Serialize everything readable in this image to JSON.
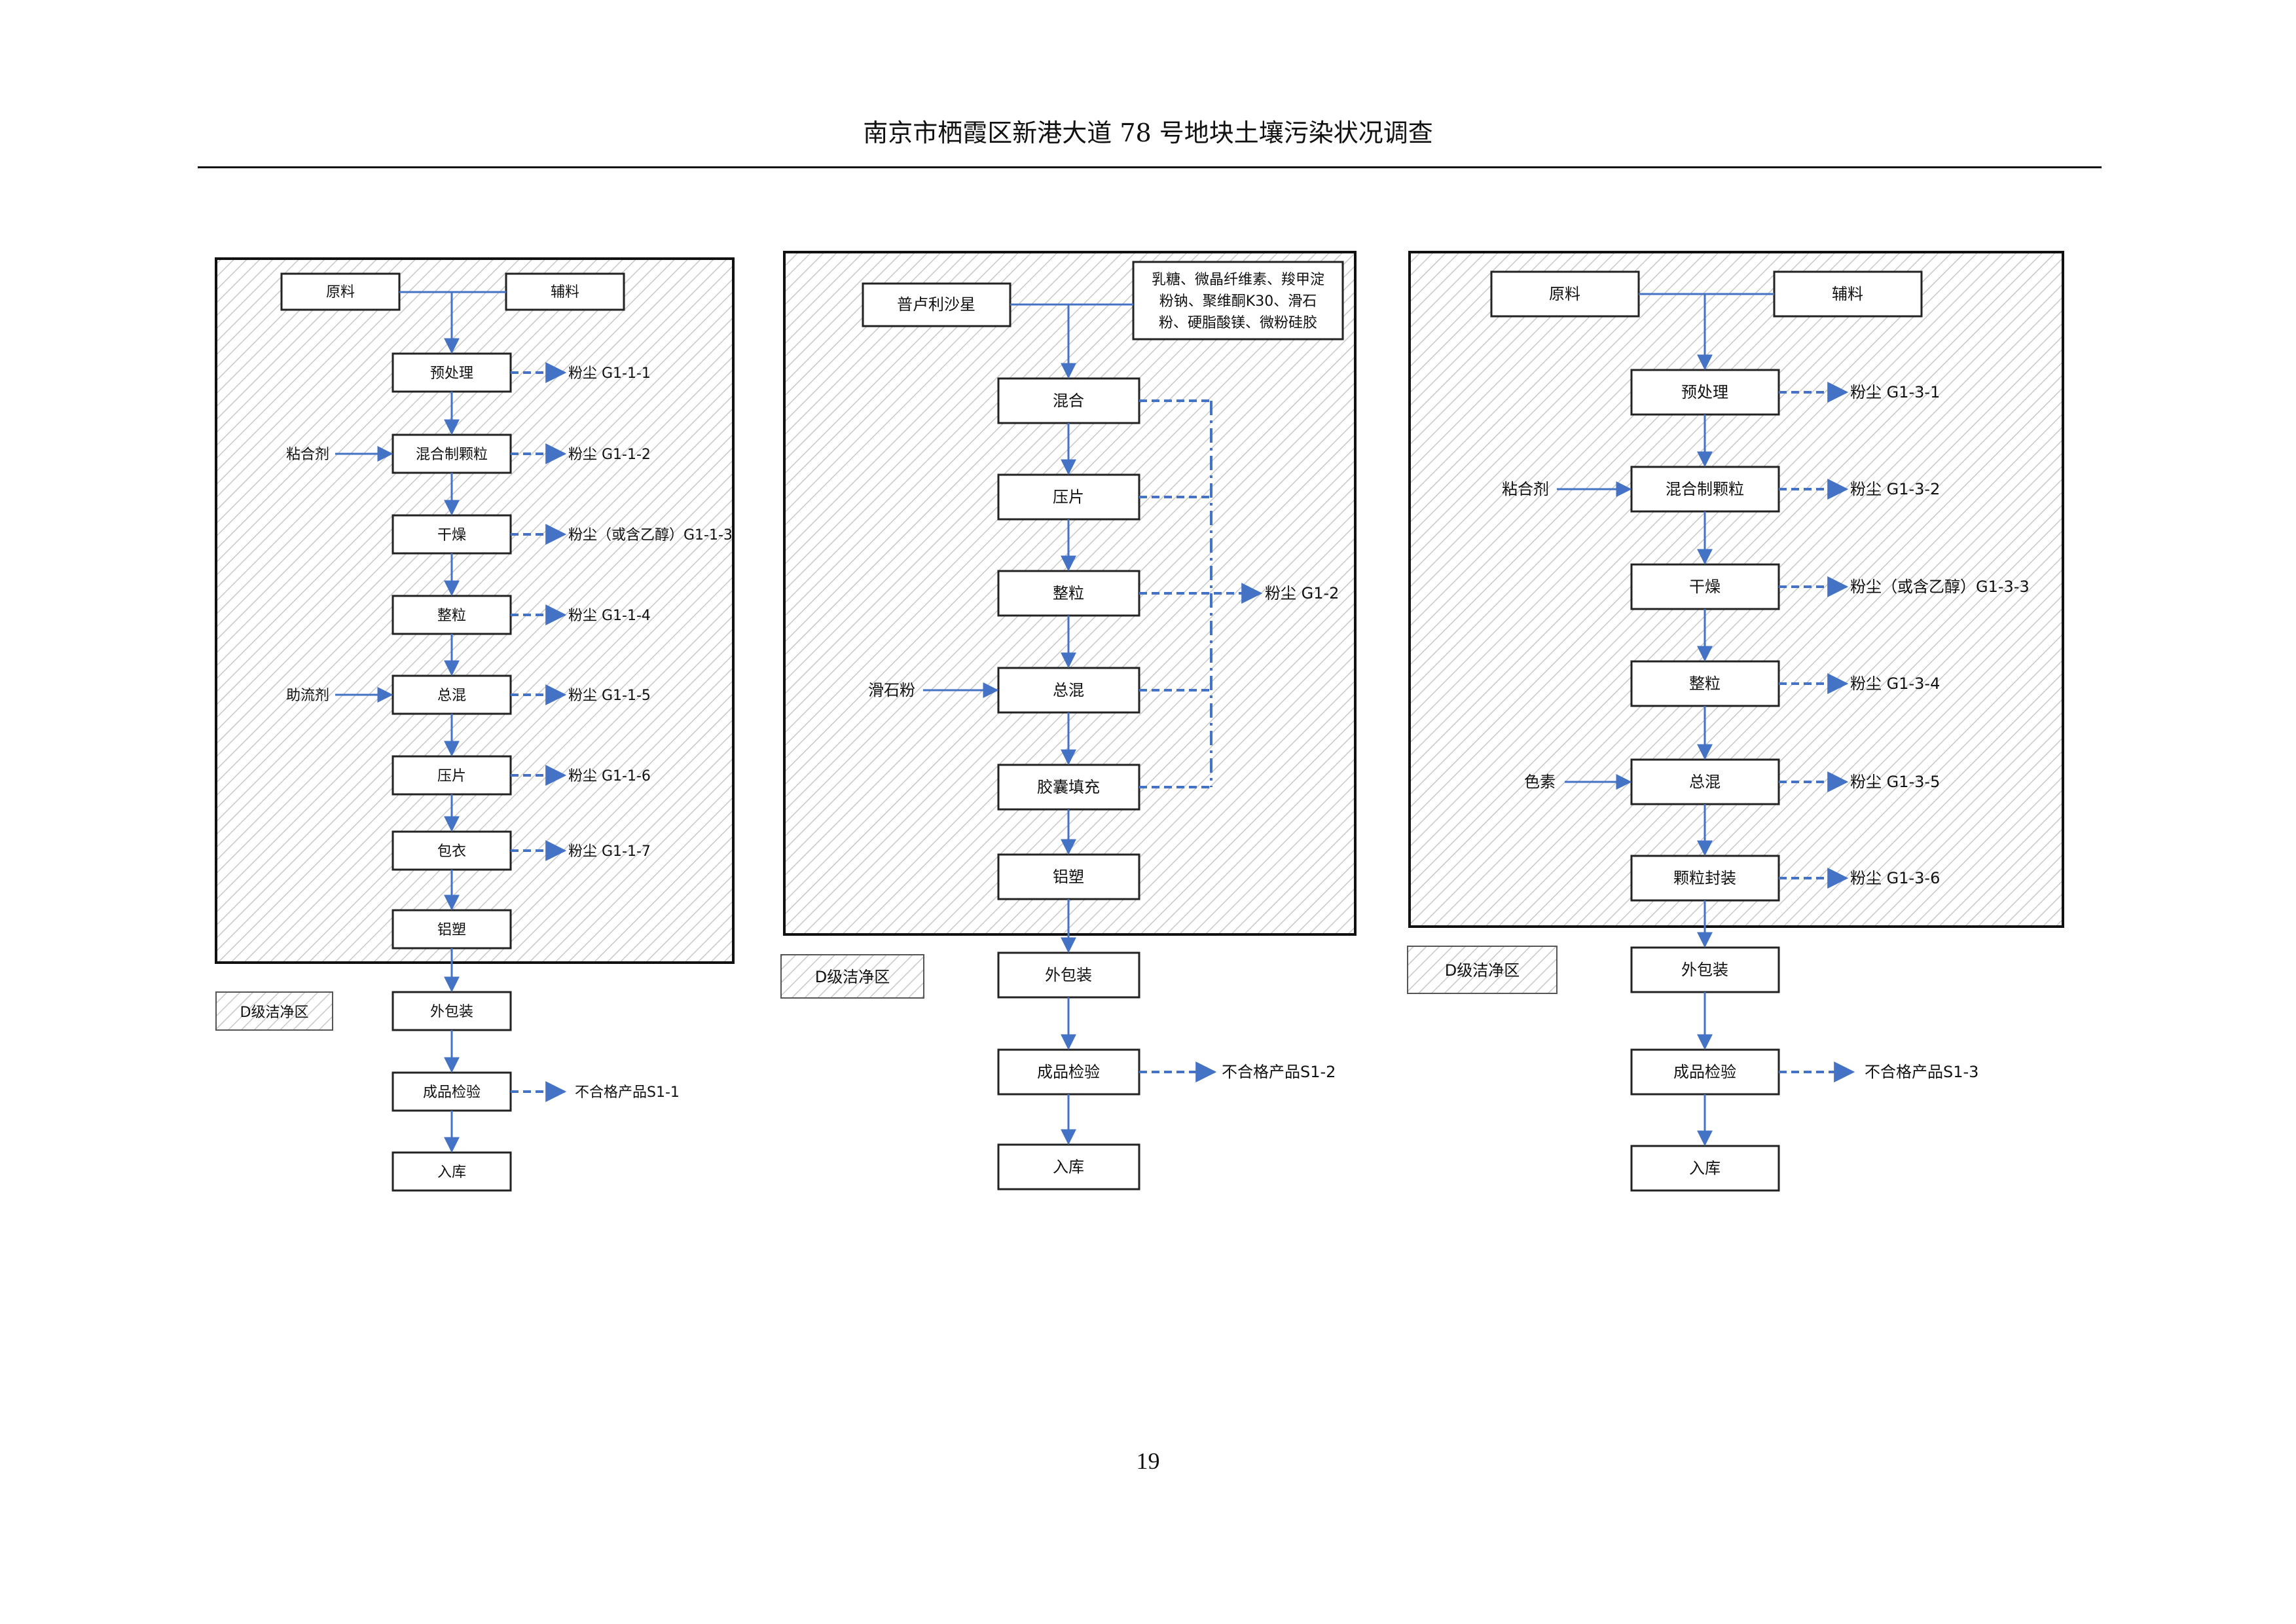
{
  "header": {
    "title": "南京市栖霞区新港大道 78 号地块土壤污染状况调查"
  },
  "page_number": "19",
  "colors": {
    "arrow": "#4472c4",
    "box_border": "#222222",
    "hatch": "#cccccc"
  },
  "labels": {
    "raw_material": "原料",
    "excipient": "辅料",
    "pretreatment": "预处理",
    "mix_granulate": "混合制颗粒",
    "dry": "干燥",
    "size_granules": "整粒",
    "total_mix": "总混",
    "tablet_press": "压片",
    "coating": "包衣",
    "blister": "铝塑",
    "outer_pack": "外包装",
    "inspection": "成品检验",
    "storage": "入库",
    "binder": "粘合剂",
    "glidant": "助流剂",
    "pranlukast": "普卢利沙星",
    "mix": "混合",
    "talc": "滑石粉",
    "capsule_fill": "胶囊填充",
    "pigment": "色素",
    "granule_seal": "颗粒封装",
    "clean_zone": "D级洁净区",
    "excipients_list": [
      "乳糖、微晶纤维素、羧甲淀",
      "粉钠、聚维酮K30、滑石",
      "粉、硬脂酸镁、微粉硅胶"
    ]
  },
  "emissions": {
    "d1": [
      "粉尘 G1-1-1",
      "粉尘 G1-1-2",
      "粉尘（或含乙醇）G1-1-3",
      "粉尘 G1-1-4",
      "粉尘 G1-1-5",
      "粉尘 G1-1-6",
      "粉尘 G1-1-7"
    ],
    "d1_reject": "不合格产品S1-1",
    "d2_dust": "粉尘 G1-2",
    "d2_reject": "不合格产品S1-2",
    "d3": [
      "粉尘 G1-3-1",
      "粉尘 G1-3-2",
      "粉尘（或含乙醇）G1-3-3",
      "粉尘 G1-3-4",
      "粉尘 G1-3-5",
      "粉尘 G1-3-6"
    ],
    "d3_reject": "不合格产品S1-3"
  }
}
